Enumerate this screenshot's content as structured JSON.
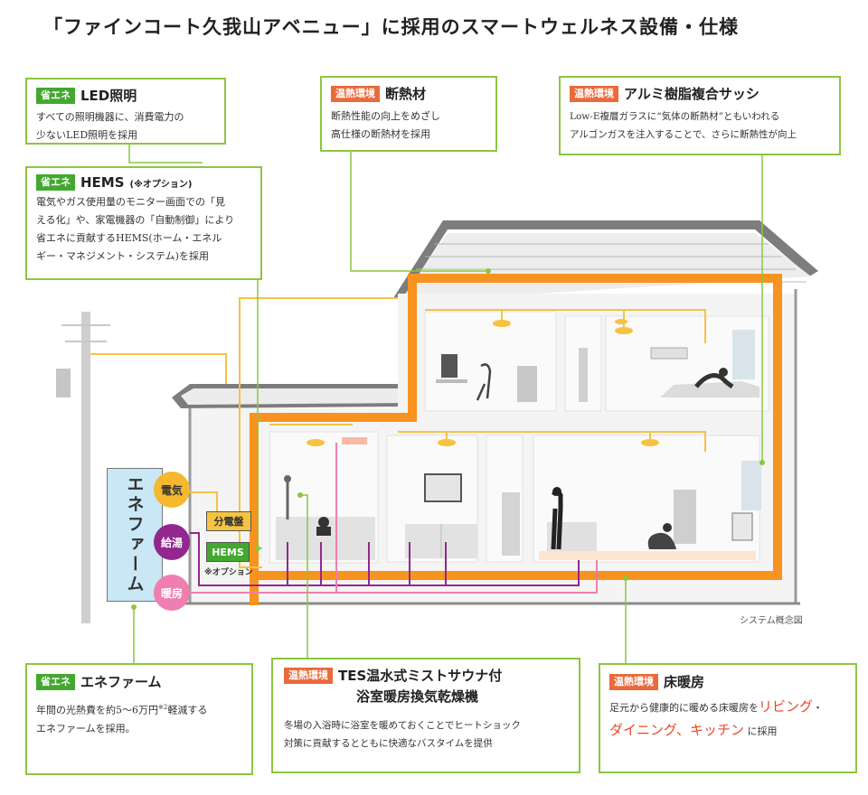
{
  "title": "「ファインコート久我山アベニュー」に採用のスマートウェルネス設備・仕様",
  "colors": {
    "green": "#8cc63f",
    "tag_green": "#43a82f",
    "tag_orange": "#e96a3c",
    "frame_orange": "#f7931e",
    "wire_yellow": "#f5c242",
    "wire_purple": "#93278f",
    "wire_pink": "#ee7fb0",
    "enefarm_blue": "#c9e7f5"
  },
  "boxes": {
    "led": {
      "tag": "省エネ",
      "heading": "LED照明",
      "lines": [
        "すべての照明機器に、消費電力の",
        "少ないLED照明を採用"
      ]
    },
    "hems": {
      "tag": "省エネ",
      "heading": "HEMS",
      "heading_sub": "(※オプション)",
      "lines": [
        "電気やガス使用量のモニター画面での「見",
        "える化」や、家電機器の「自動制御」により",
        "省エネに貢献するHEMS(ホーム・エネル",
        "ギー・マネジメント・システム)を採用"
      ]
    },
    "insulation": {
      "tag": "温熱環境",
      "heading": "断熱材",
      "lines": [
        "断熱性能の向上をめざし",
        "高仕様の断熱材を採用"
      ]
    },
    "sash": {
      "tag": "温熱環境",
      "heading": "アルミ樹脂複合サッシ",
      "lines": [
        "Low-E複層ガラスに“気体の断熱材”ともいわれる",
        "アルゴンガスを注入することで、さらに断熱性が向上"
      ]
    },
    "enefarm": {
      "tag": "省エネ",
      "heading": "エネファーム",
      "line1_before": "年間の光熱費を約5〜6万円",
      "line1_sup": "※2",
      "line1_after": "軽減する",
      "line2": "エネファームを採用。"
    },
    "tes": {
      "tag": "温熱環境",
      "heading1": "TES温水式ミストサウナ付",
      "heading2": "浴室暖房換気乾燥機",
      "lines": [
        "冬場の入浴時に浴室を暖めておくことでヒートショック",
        "対策に貢献するとともに快適なバスタイムを提供"
      ]
    },
    "floor": {
      "tag": "温熱環境",
      "heading": "床暖房",
      "line1": "足元から健康的に暖める床暖房を",
      "accent1": "リビング",
      "sep": "・",
      "accent2": "ダイニング、キッチン",
      "line2_after": " に採用"
    }
  },
  "diagram": {
    "enefarm_label": "エネファーム",
    "electric": "電気",
    "hot_water": "給湯",
    "heating": "暖房",
    "panel": "分電盤",
    "hems": "HEMS",
    "hems_note": "※オプション",
    "caption": "システム概念図"
  }
}
